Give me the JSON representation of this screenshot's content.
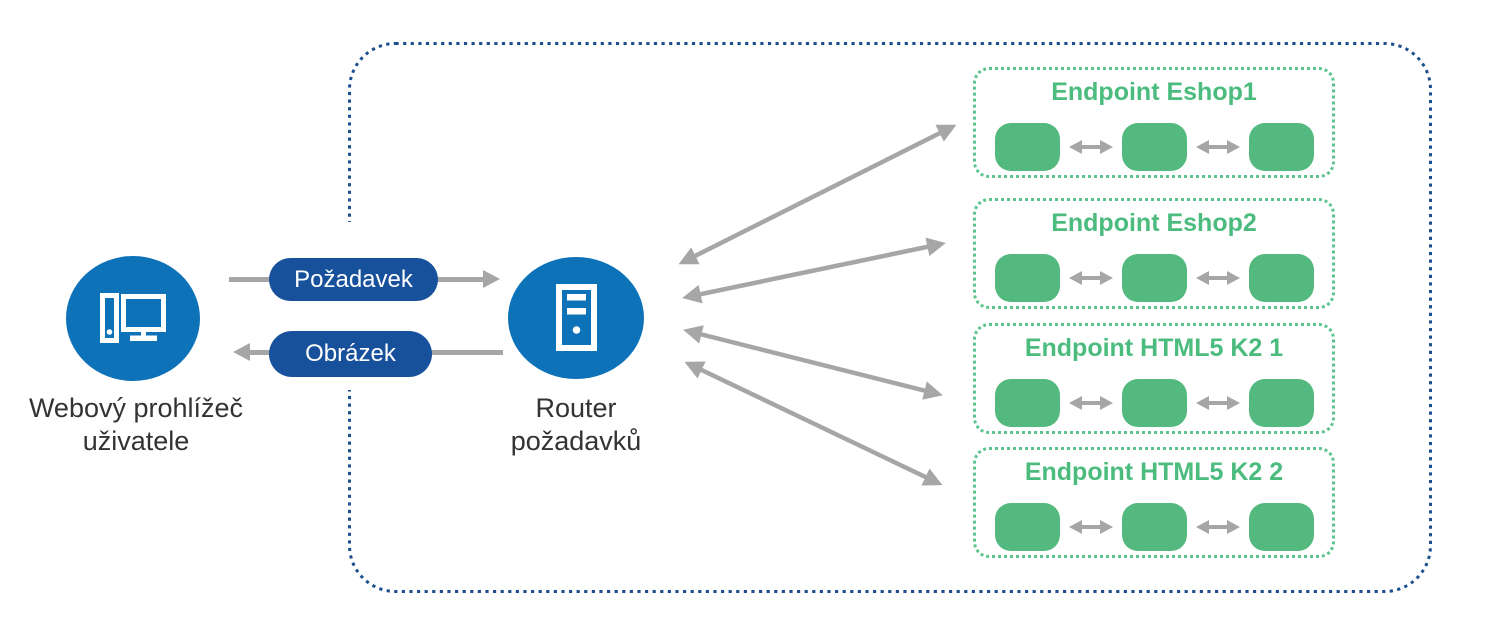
{
  "diagram": {
    "browser": {
      "label": "Webový prohlížeč\nuživatele"
    },
    "router": {
      "label": "Router\npožadavků"
    },
    "flows": {
      "request": "Požadavek",
      "response": "Obrázek"
    },
    "endpoints": [
      {
        "title": "Endpoint Eshop1",
        "node_count": 3
      },
      {
        "title": "Endpoint Eshop2",
        "node_count": 3
      },
      {
        "title": "Endpoint HTML5 K2 1",
        "node_count": 3
      },
      {
        "title": "Endpoint HTML5 K2 2",
        "node_count": 3
      }
    ],
    "icons": {
      "browser": "desktop-computer-icon",
      "router": "server-tower-icon"
    },
    "colors": {
      "node_circle_blue": "#0e72b9",
      "pill_navy": "#17519c",
      "outer_border_navy": "#1d4f8f",
      "endpoint_green_fill": "#53b97e",
      "endpoint_green_border": "#5ac48c",
      "endpoint_green_text": "#4bbc7e",
      "arrow_gray": "#a6a6a6",
      "label_text": "#333333"
    }
  }
}
